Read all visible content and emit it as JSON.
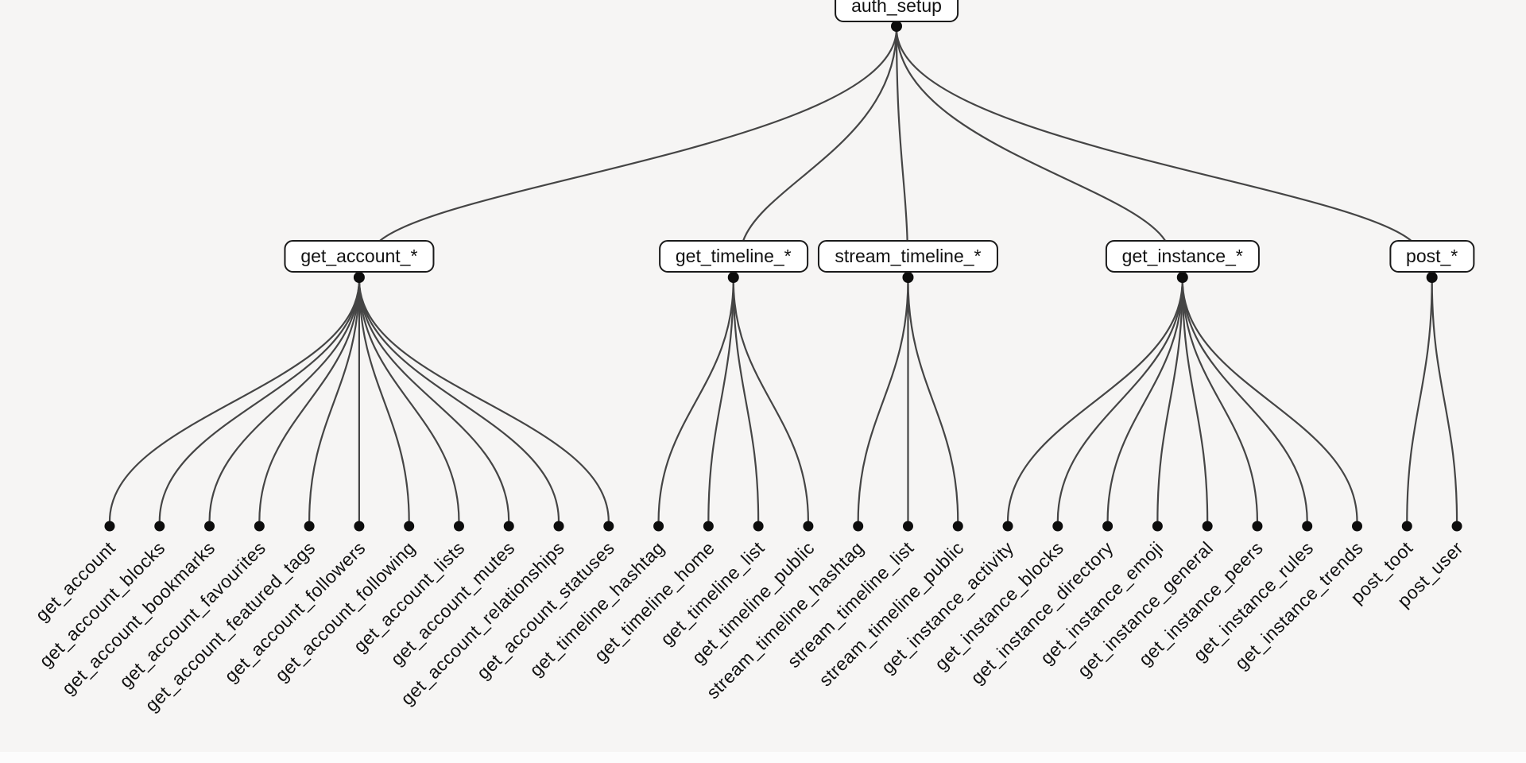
{
  "colors": {
    "background": "#f6f5f4",
    "edge": "#454545",
    "node_fill": "#ffffff",
    "node_border": "#1a1a1a",
    "dot": "#0d0d0d",
    "text": "#111111",
    "bottom_strip": "#fcfcfc"
  },
  "tree": {
    "root_label": "auth_setup",
    "groups": [
      {
        "label": "get_account_*",
        "leaves": [
          "get_account",
          "get_account_blocks",
          "get_account_bookmarks",
          "get_account_favourites",
          "get_account_featured_tags",
          "get_account_followers",
          "get_account_following",
          "get_account_lists",
          "get_account_mutes",
          "get_account_relationships",
          "get_account_statuses"
        ]
      },
      {
        "label": "get_timeline_*",
        "leaves": [
          "get_timeline_hashtag",
          "get_timeline_home",
          "get_timeline_list",
          "get_timeline_public"
        ]
      },
      {
        "label": "stream_timeline_*",
        "leaves": [
          "stream_timeline_hashtag",
          "stream_timeline_list",
          "stream_timeline_public"
        ]
      },
      {
        "label": "get_instance_*",
        "leaves": [
          "get_instance_activity",
          "get_instance_blocks",
          "get_instance_directory",
          "get_instance_emoji",
          "get_instance_general",
          "get_instance_peers",
          "get_instance_rules",
          "get_instance_trends"
        ]
      },
      {
        "label": "post_*",
        "leaves": [
          "post_toot",
          "post_user"
        ]
      }
    ]
  }
}
